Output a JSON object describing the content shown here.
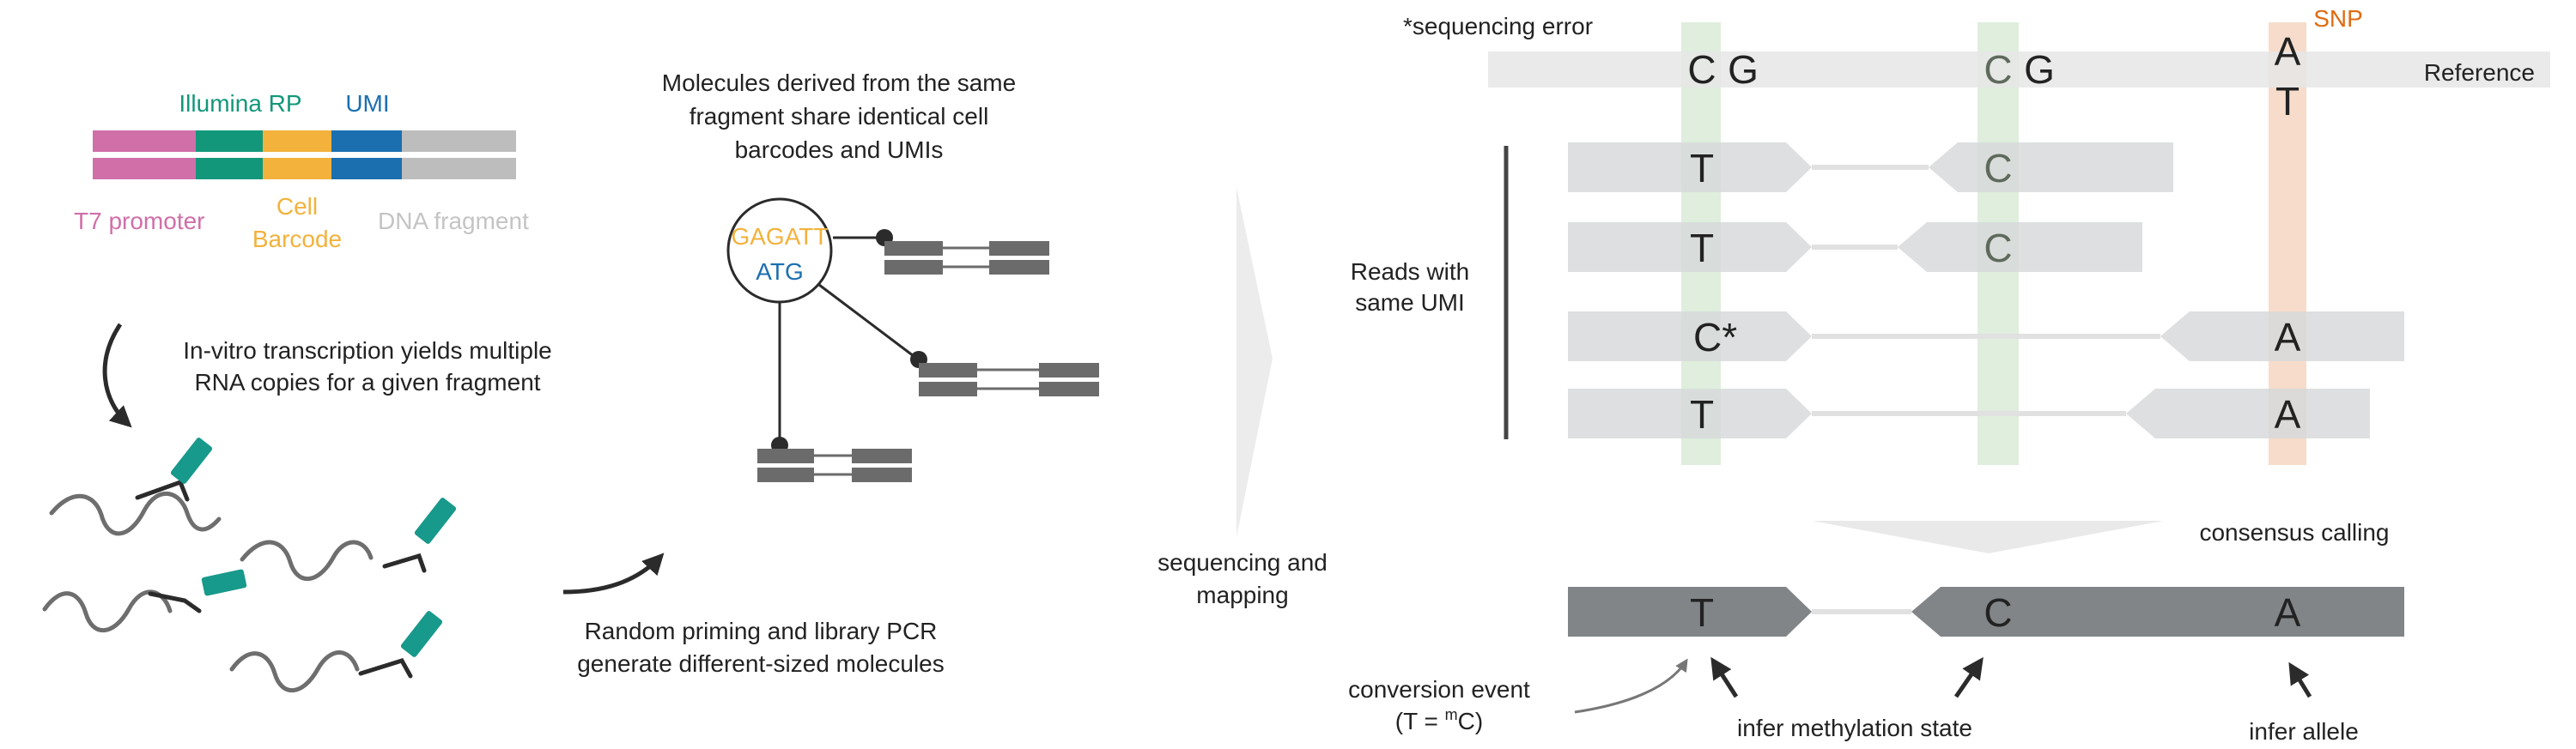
{
  "colors": {
    "t7": "#d06fa8",
    "illumina": "#13977a",
    "barcode": "#f2b23c",
    "umi": "#1b6faf",
    "dna": "#bdbdbd",
    "teal": "#17998b",
    "read": "#d7d9da",
    "consensus": "#818587",
    "reference": "#e6e6e6",
    "green_band": "#dfeedd",
    "snp_band": "#f7dccb",
    "snp_text": "#e06b12",
    "dark": "#2b2b2b"
  },
  "panel1": {
    "label_illumina": "Illumina RP",
    "label_umi": "UMI",
    "label_t7": "T7 promoter",
    "label_cell": "Cell",
    "label_barcode": "Barcode",
    "label_dna": "DNA fragment",
    "ivt_line1": "In-vitro transcription yields multiple",
    "ivt_line2": "RNA copies for a given fragment"
  },
  "panel2": {
    "title_line1": "Molecules derived from the same",
    "title_line2": "fragment share identical cell",
    "title_line3": "barcodes and UMIs",
    "node_barcode": "GAGATT",
    "node_umi": "ATG",
    "bottom_line1": "Random priming and library PCR",
    "bottom_line2": "generate different-sized molecules"
  },
  "transition": {
    "line1": "sequencing and",
    "line2": "mapping"
  },
  "panel3": {
    "seq_error_note": "*sequencing error",
    "snp_label": "SNP",
    "reference_label": "Reference",
    "reads_label_line1": "Reads with",
    "reads_label_line2": "same UMI",
    "consensus_label": "consensus calling",
    "reference_bases": {
      "pos1_c": "C",
      "pos1_g": "G",
      "pos2_c": "C",
      "pos2_g": "G",
      "snp_a": "A",
      "snp_t": "T"
    },
    "reads": [
      {
        "left": "T",
        "right": "C"
      },
      {
        "left": "T",
        "right": "C"
      },
      {
        "left": "C*",
        "right": "A"
      },
      {
        "left": "T",
        "right": "A"
      }
    ],
    "consensus_bases": {
      "left": "T",
      "middle": "C",
      "right": "A"
    },
    "conversion_line1": "conversion event",
    "conversion_prefix": "(T = ",
    "conversion_sup": "m",
    "conversion_suffix": "C)",
    "methylation_label": "infer methylation state",
    "allele_label": "infer allele"
  }
}
